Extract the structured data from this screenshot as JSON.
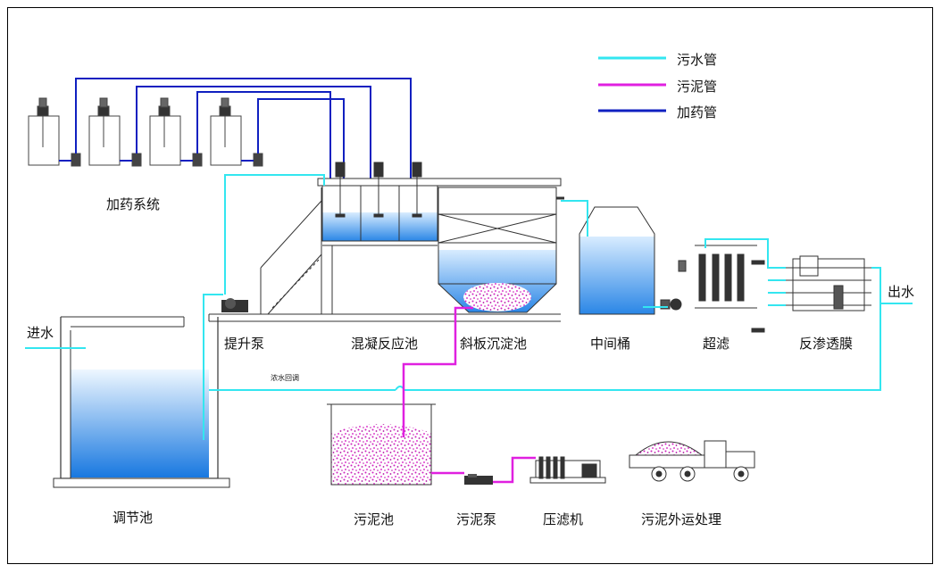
{
  "legend": {
    "items": [
      {
        "label": "污水管",
        "color": "#33e6f0"
      },
      {
        "label": "污泥管",
        "color": "#e020e0"
      },
      {
        "label": "加药管",
        "color": "#1020c0"
      }
    ]
  },
  "labels": {
    "dosing_system": "加药系统",
    "inlet": "进水",
    "lift_pump": "提升泵",
    "coagulation_tank": "混凝反应池",
    "inclined_settler": "斜板沉淀池",
    "middle_tank": "中间桶",
    "ultrafiltration": "超滤",
    "reverse_osmosis": "反渗透膜",
    "outlet": "出水",
    "equalization_tank": "调节池",
    "sludge_tank": "污泥池",
    "sludge_pump": "污泥泵",
    "filter_press": "压滤机",
    "sludge_transport": "污泥外运处理",
    "concentrate_return": "浓水回调"
  },
  "colors": {
    "sewage_pipe": "#33e6f0",
    "sludge_pipe": "#e020e0",
    "dosing_pipe": "#1020c0",
    "water_top": "#e8f4ff",
    "water_bottom": "#1a78e0"
  }
}
